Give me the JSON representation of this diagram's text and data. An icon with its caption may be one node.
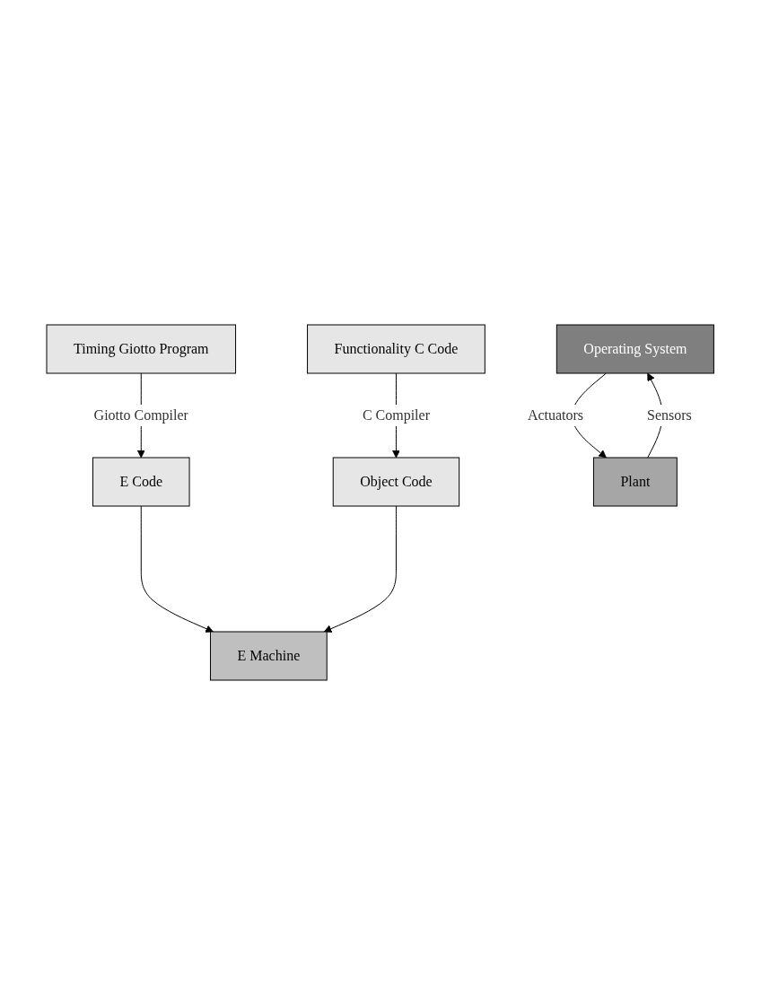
{
  "diagram": {
    "nodes": [
      {
        "text": [
          "Timing Giotto Program"
        ]
      },
      {
        "text": [
          "Functionality C Code"
        ]
      },
      {
        "text": [
          "E Code"
        ]
      },
      {
        "text": [
          "Object Code"
        ]
      },
      {
        "text": [
          "E Machine"
        ]
      },
      {
        "text": [
          "Operating System"
        ]
      },
      {
        "text": [
          "Plant"
        ]
      }
    ],
    "edges": [
      {
        "from": 0,
        "to": 2,
        "arrow": "to",
        "label": "Giotto Compiler"
      },
      {
        "from": 1,
        "to": 3,
        "arrow": "to",
        "label": "C Compiler"
      },
      {
        "from": 2,
        "to": 4,
        "arrow": "to"
      },
      {
        "from": 3,
        "to": 4,
        "arrow": "to"
      },
      {
        "from": 5,
        "to": 6,
        "arrow": "to",
        "label": "Actuators"
      },
      {
        "from": 6,
        "to": 5,
        "arrow": "to",
        "label": "Sensors"
      }
    ]
  }
}
